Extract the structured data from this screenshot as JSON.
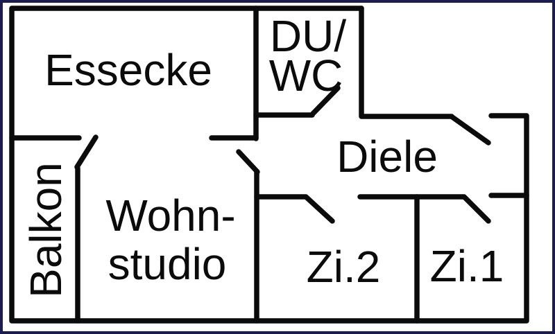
{
  "image": {
    "type": "apartment-floor-plan",
    "background": "#ffffff",
    "border_color": "#1c1c4f",
    "wall_color": "#0b0b0b",
    "text_color": "#0b0b0b"
  },
  "floorplan": {
    "rooms": [
      {
        "name": "essecke",
        "label": "Essecke"
      },
      {
        "name": "du-wc",
        "label": "DU/WC",
        "line1": "DU/",
        "line2": "WC"
      },
      {
        "name": "diele",
        "label": "Diele"
      },
      {
        "name": "balkon",
        "label": "Balkon",
        "orientation": "rotated-90-ccw"
      },
      {
        "name": "wohnstudio",
        "label": "Wohn-studio",
        "line1": "Wohn-",
        "line2": "studio"
      },
      {
        "name": "zimmer-2",
        "label": "Zi.2"
      },
      {
        "name": "zimmer-1",
        "label": "Zi.1"
      }
    ],
    "door_count": 6
  }
}
